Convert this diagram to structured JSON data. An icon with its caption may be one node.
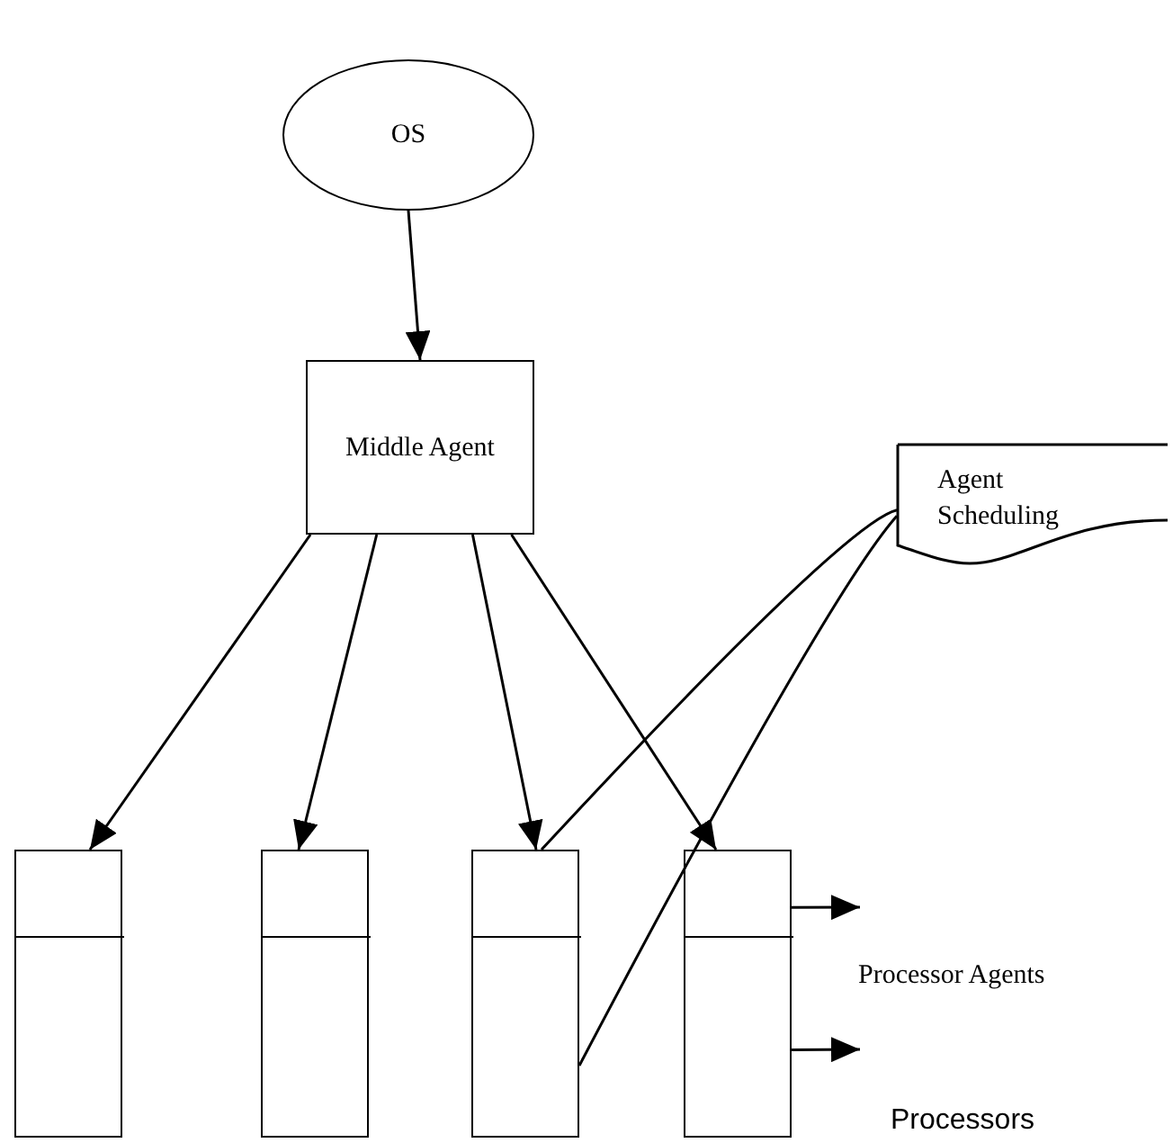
{
  "diagram": {
    "nodes": [
      {
        "text": [
          "OS"
        ]
      },
      {
        "text": [
          "Middle Agent"
        ]
      },
      {
        "text": [
          "Agent Scheduling"
        ]
      },
      {
        "text": [],
        "shape": "box"
      },
      {
        "text": [],
        "shape": "box",
        "in": 3
      },
      {
        "text": [],
        "shape": "box"
      },
      {
        "text": [],
        "shape": "box",
        "in": 5
      },
      {
        "text": [],
        "shape": "box"
      },
      {
        "text": [],
        "shape": "box",
        "in": 7
      },
      {
        "text": [],
        "shape": "box"
      },
      {
        "text": [],
        "shape": "box",
        "in": 9
      }
    ],
    "edges": [
      {
        "from": 0,
        "to": 1,
        "arrow": "to"
      },
      {
        "from": 1,
        "to": 4,
        "arrow": "to"
      },
      {
        "from": 1,
        "to": 6,
        "arrow": "to"
      },
      {
        "from": 1,
        "to": 8,
        "arrow": "to"
      },
      {
        "from": 1,
        "to": 10,
        "arrow": "to"
      },
      {
        "from": 2,
        "to": 8,
        "arrow": "none"
      },
      {
        "from": 2,
        "to": 7,
        "arrow": "none"
      },
      {
        "from": 10,
        "to": null,
        "arrow": "to"
      },
      {
        "from": 9,
        "to": null,
        "arrow": "to"
      }
    ],
    "labels": [
      "Processor Agents",
      "Processors"
    ]
  }
}
